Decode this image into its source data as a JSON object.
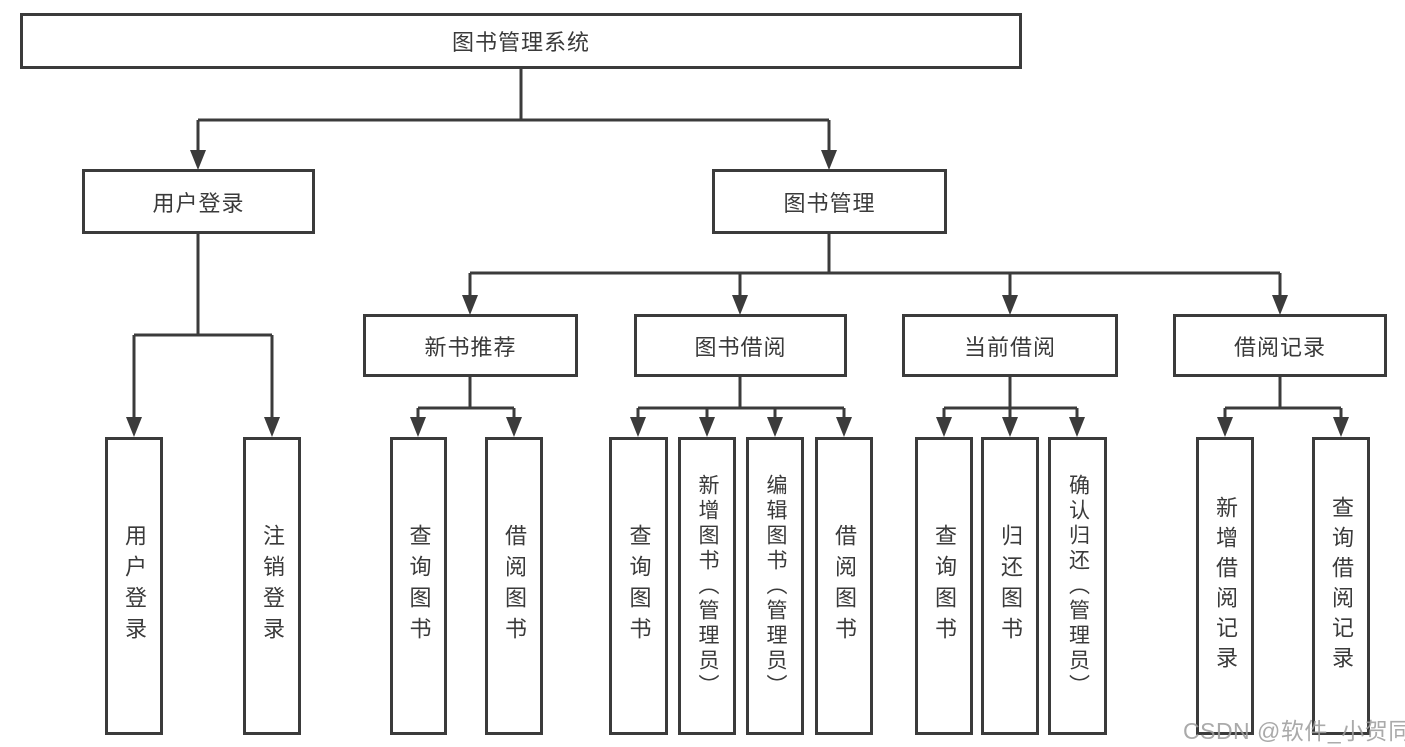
{
  "tree": {
    "label": "图书管理系统",
    "children": [
      {
        "label": "用户登录",
        "children": [
          {
            "label": "用户登录"
          },
          {
            "label": "注销登录"
          }
        ]
      },
      {
        "label": "图书管理",
        "children": [
          {
            "label": "新书推荐",
            "children": [
              {
                "label": "查询图书"
              },
              {
                "label": "借阅图书"
              }
            ]
          },
          {
            "label": "图书借阅",
            "children": [
              {
                "label": "查询图书"
              },
              {
                "label": "新增图书（管理员）"
              },
              {
                "label": "编辑图书（管理员）"
              },
              {
                "label": "借阅图书"
              }
            ]
          },
          {
            "label": "当前借阅",
            "children": [
              {
                "label": "查询图书"
              },
              {
                "label": "归还图书"
              },
              {
                "label": "确认归还（管理员）"
              }
            ]
          },
          {
            "label": "借阅记录",
            "children": [
              {
                "label": "新增借阅记录"
              },
              {
                "label": "查询借阅记录"
              }
            ]
          }
        ]
      }
    ]
  },
  "watermark": {
    "text": "CSDN @软件_小贺同学"
  },
  "colors": {
    "line": "#3b3b3b",
    "text": "#3a3a3a",
    "background": "#ffffff",
    "watermark": "#9e9e9e"
  }
}
